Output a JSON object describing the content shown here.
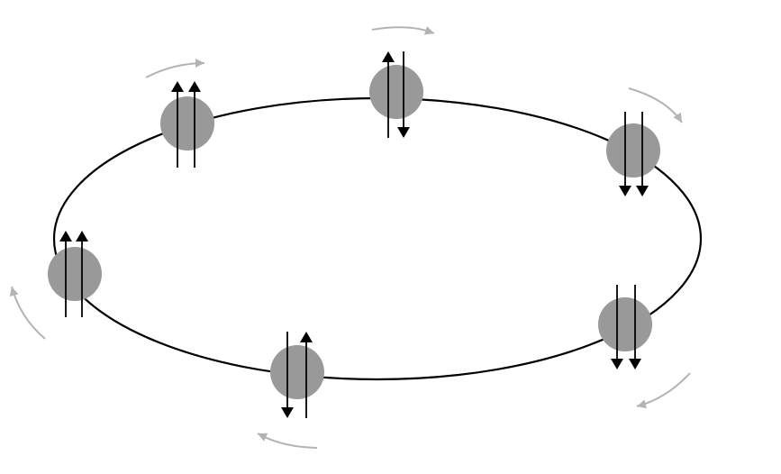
{
  "colors": {
    "background": "#ffffff",
    "orbit": "#000000",
    "particle": "#999999",
    "arrow": "#000000",
    "motion_arrow": "#b3b3b3"
  },
  "particles": [
    {
      "name": "particle-top",
      "arrows": [
        "up",
        "down"
      ]
    },
    {
      "name": "particle-upper-right",
      "arrows": [
        "down",
        "down"
      ]
    },
    {
      "name": "particle-lower-right",
      "arrows": [
        "down",
        "down"
      ]
    },
    {
      "name": "particle-bottom",
      "arrows": [
        "down",
        "up"
      ]
    },
    {
      "name": "particle-left",
      "arrows": [
        "up",
        "up"
      ]
    },
    {
      "name": "particle-upper-left",
      "arrows": [
        "up",
        "up"
      ]
    }
  ],
  "motion_direction": "clockwise"
}
